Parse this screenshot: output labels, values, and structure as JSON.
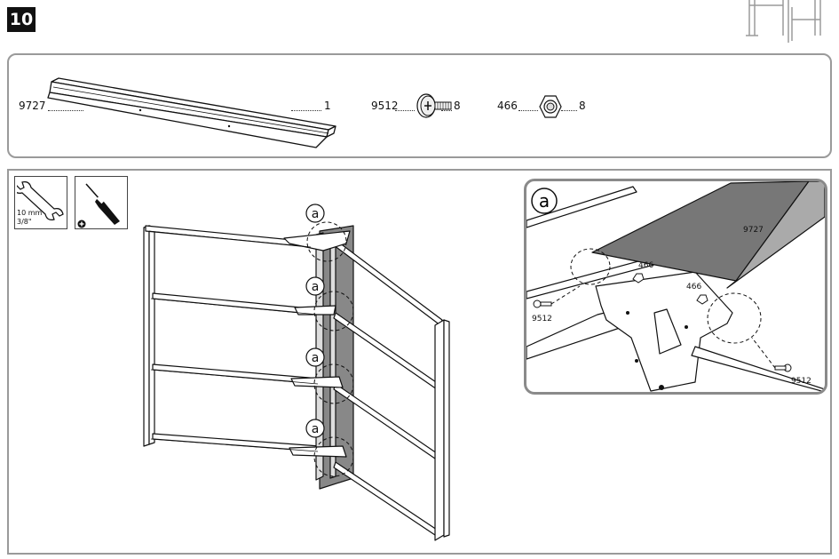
{
  "step": {
    "number": "10"
  },
  "parts": [
    {
      "code": "9727",
      "qty": "1"
    },
    {
      "code": "9512",
      "qty": "8"
    },
    {
      "code": "466",
      "qty": "8"
    }
  ],
  "tools": {
    "wrench_size_metric": "10 mm",
    "wrench_size_imperial": "3/8\""
  },
  "callouts": {
    "letter": "a"
  },
  "detail": {
    "letter": "a",
    "labels": [
      "9727",
      "466",
      "466",
      "9512",
      "9512"
    ]
  }
}
